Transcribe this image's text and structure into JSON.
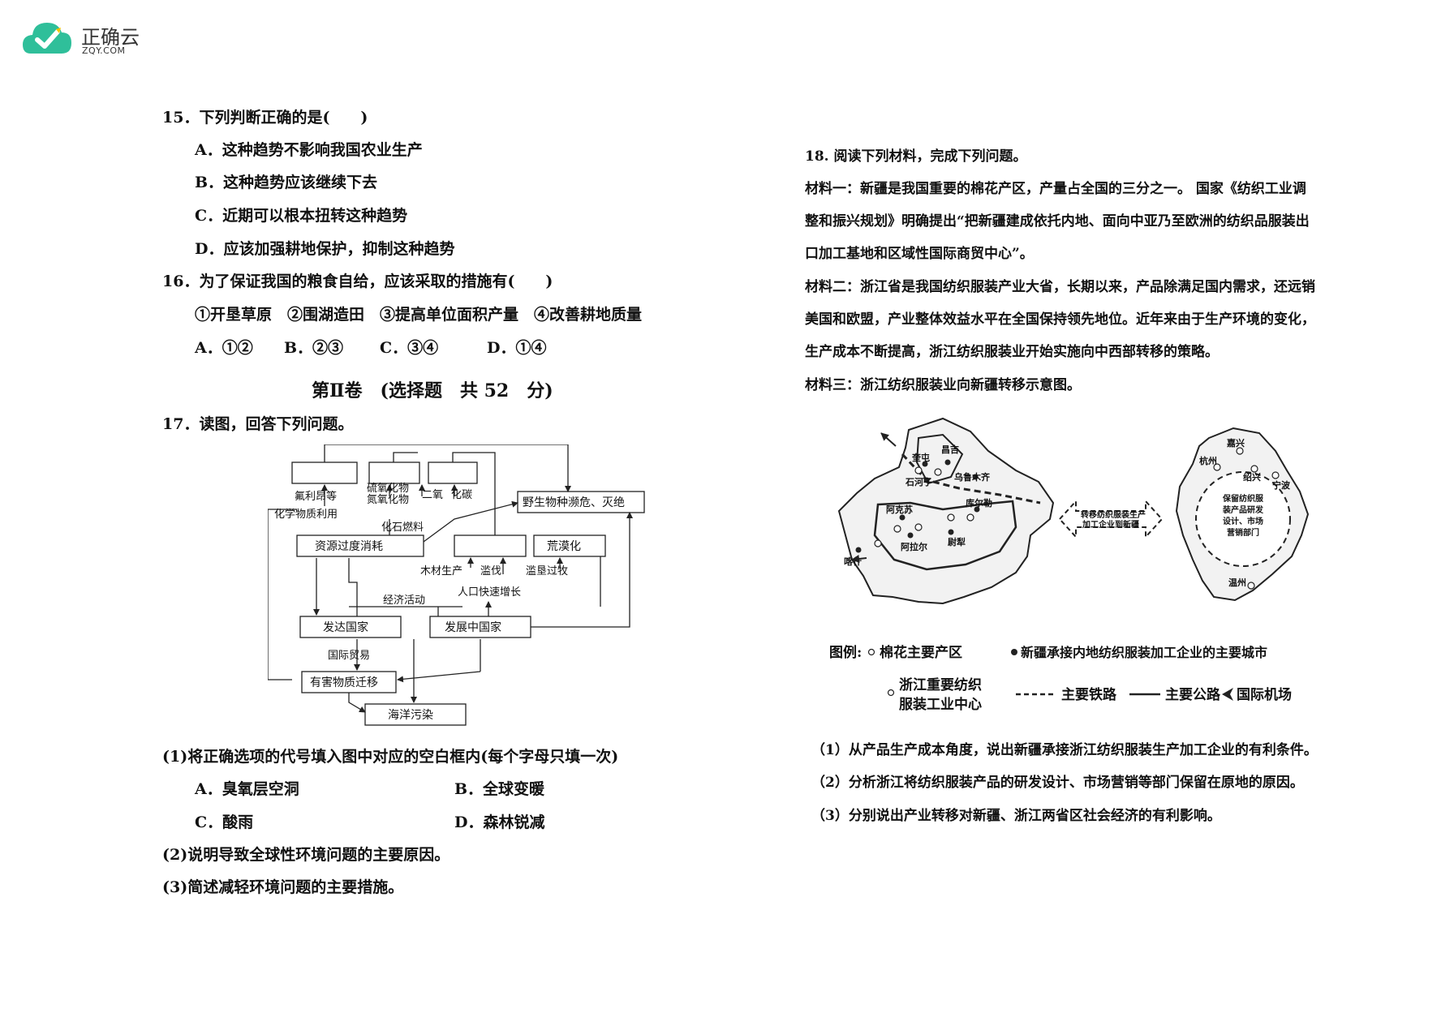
{
  "logo": {
    "brand": "正确云",
    "domain": "ZQY.COM",
    "color": "#2fbf9a"
  },
  "left": {
    "q15": {
      "stem": "15．下列判断正确的是(　　)",
      "options": [
        "A．这种趋势不影响我国农业生产",
        "B．这种趋势应该继续下去",
        "C．近期可以根本扭转这种趋势",
        "D．应该加强耕地保护，抑制这种趋势"
      ]
    },
    "q16": {
      "stem": "16．为了保证我国的粮食自给，应该采取的措施有(　　)",
      "items": "①开垦草原　②围湖造田　③提高单位面积产量　④改善耕地质量",
      "answers": [
        "A．①②",
        "B．②③",
        "C．③④",
        "D．①④"
      ]
    },
    "section_title": "第Ⅱ卷　(选择题　共 52　分)",
    "q17": {
      "stem": "17．读图，回答下列问题。",
      "diagram": {
        "labels": {
          "fuliang": "氟利昂等",
          "sulfur1": "硫氧化物",
          "sulfur2": "氮氧化物",
          "co2a": "二氧",
          "co2b": "化碳",
          "wildlife": "野生物种濒危、灭绝",
          "chem": "化学物质利用",
          "fossil": "化石燃料",
          "overuse": "资源过度消耗",
          "desert": "荒漠化",
          "wood": "木材生产",
          "logging": "滥伐",
          "overgraze": "滥垦过牧",
          "econ": "经济活动",
          "pop": "人口快速增长",
          "developed": "发达国家",
          "developing": "发展中国家",
          "trade": "国际贸易",
          "harmful": "有害物质迁移",
          "ocean": "海洋污染"
        }
      },
      "sub1": "(1)将正确选项的代号填入图中对应的空白框内(每个字母只填一次)",
      "sub1_options": [
        "A．臭氧层空洞",
        "B．全球变暖",
        "C．酸雨",
        "D．森林锐减"
      ],
      "sub2": "(2)说明导致全球性环境问题的主要原因。",
      "sub3": "(3)简述减轻环境问题的主要措施。"
    }
  },
  "right": {
    "q18": {
      "stem": "18. 阅读下列材料，完成下列问题。",
      "m1_lines": [
        "材料一：新疆是我国重要的棉花产区，产量占全国的三分之一。 国家《纺织工业调",
        "整和振兴规划》明确提出“把新疆建成依托内地、面向中亚乃至欧洲的纺织品服装出",
        "口加工基地和区域性国际商贸中心”。"
      ],
      "m2_lines": [
        "材料二：浙江省是我国纺织服装产业大省，长期以来，产品除满足国内需求，还远销",
        "美国和欧盟，产业整体效益水平在全国保持领先地位。近年来由于生产环境的变化，",
        "生产成本不断提高，浙江纺织服装业开始实施向中西部转移的策略。"
      ],
      "m3": "材料三：浙江纺织服装业向新疆转移示意图。",
      "map": {
        "cities_xj": [
          "奎屯",
          "昌吉",
          "石河子",
          "乌鲁木齐",
          "阿克苏",
          "库尔勒",
          "阿拉尔",
          "尉犁",
          "喀什"
        ],
        "cities_zj": [
          "嘉兴",
          "杭州",
          "绍兴",
          "宁波",
          "温州"
        ],
        "transfer_label": [
          "转移纺织服装生产",
          "加工企业到新疆"
        ],
        "zj_center": [
          "保留纺织服",
          "装产品研发",
          "设计、市场",
          "营销部门"
        ],
        "legend_title": "图例:",
        "legend": {
          "cotton": "棉花主要产区",
          "xj_city": "新疆承接内地纺织服装加工企业的主要城市",
          "zj_center1": "浙江重要纺织",
          "zj_center2": "服装工业中心",
          "rail": "主要铁路",
          "road": "主要公路",
          "airport": "国际机场"
        }
      },
      "sub1": "（1）从产品生产成本角度，说出新疆承接浙江纺织服装生产加工企业的有利条件。",
      "sub2": "（2）分析浙江将纺织服装产品的研发设计、市场营销等部门保留在原地的原因。",
      "sub3": "（3）分别说出产业转移对新疆、浙江两省区社会经济的有利影响。"
    }
  }
}
